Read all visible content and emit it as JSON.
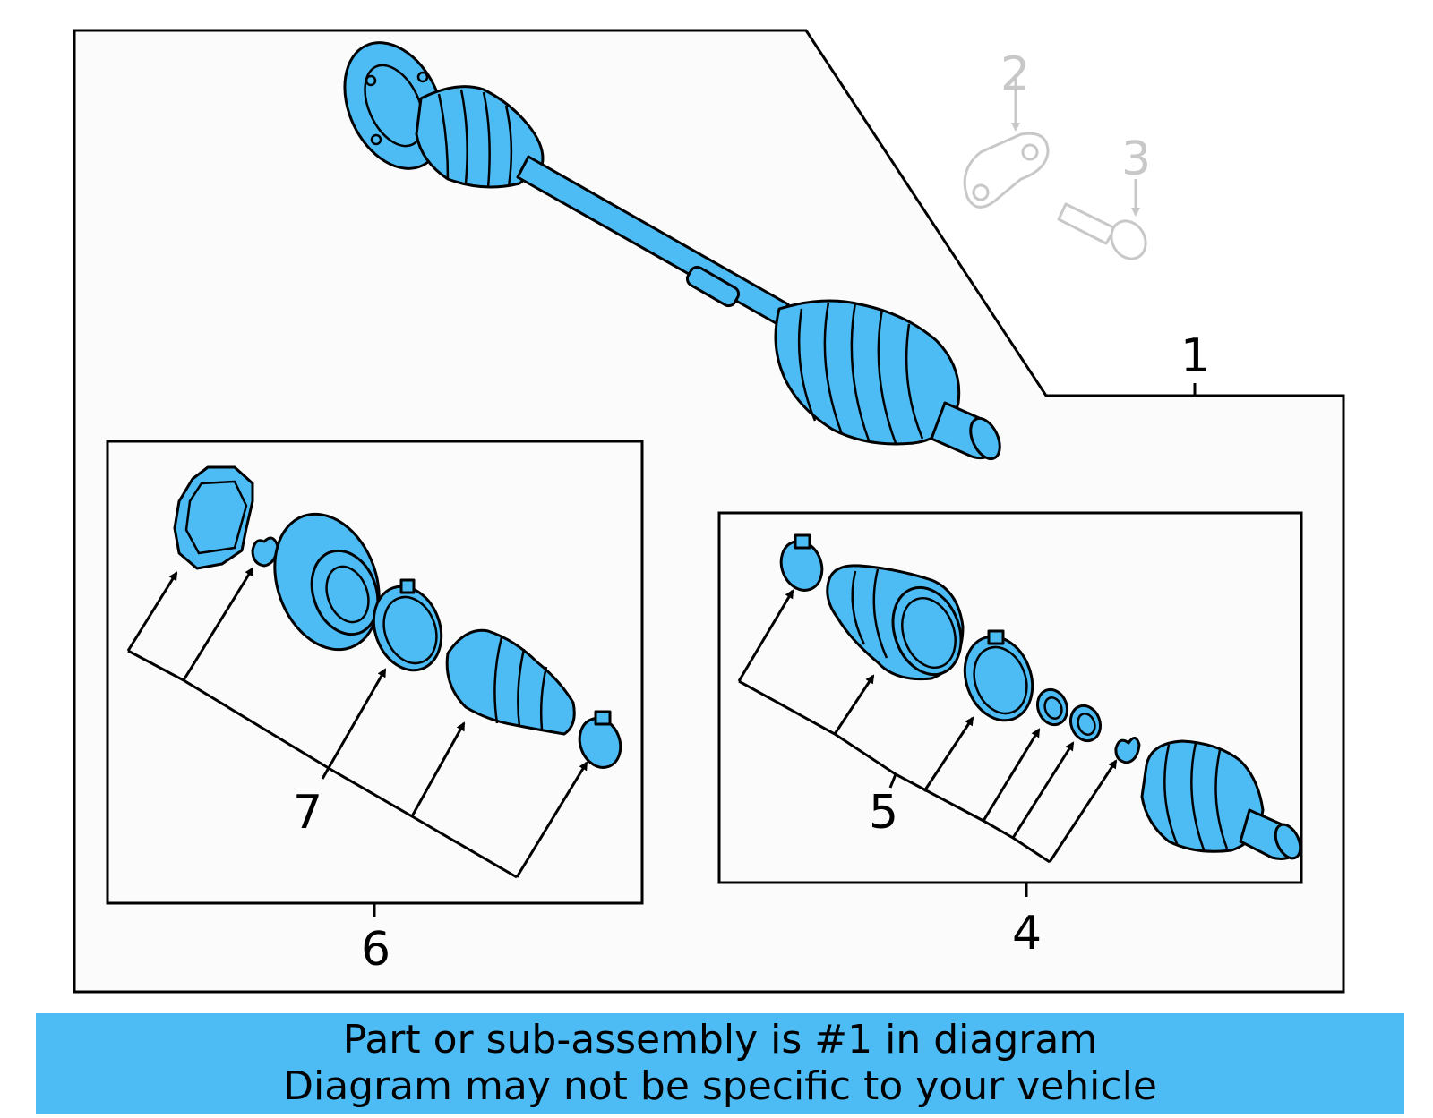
{
  "callouts": {
    "c1": "1",
    "c2": "2",
    "c3": "3",
    "c4": "4",
    "c5": "5",
    "c6": "6",
    "c7": "7"
  },
  "footer": {
    "line1": "Part or sub-assembly is #1 in diagram",
    "line2": "Diagram may not be specific to your vehicle"
  },
  "colors": {
    "part_fill": "#4dbcf4",
    "ghost_part": "#c8c8c8",
    "footer_bg": "#4dbcf4"
  }
}
